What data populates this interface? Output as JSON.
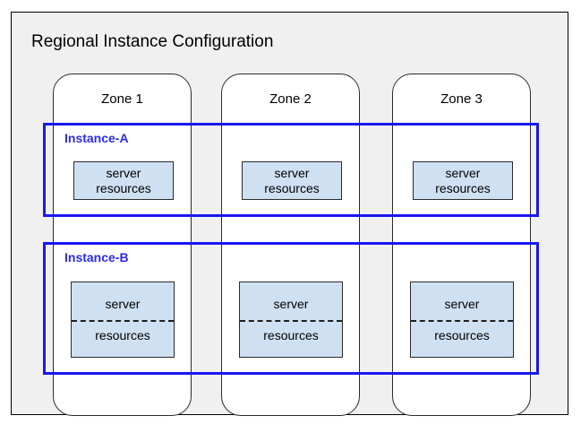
{
  "diagram": {
    "title": "Regional Instance Configuration",
    "background_color": "#f0f0f0",
    "border_color": "#000000",
    "accent_color": "#1818f0",
    "resource_fill_color": "#cfe0f2",
    "zones": [
      {
        "label": "Zone 1"
      },
      {
        "label": "Zone 2"
      },
      {
        "label": "Zone 3"
      }
    ],
    "instances": [
      {
        "label": "Instance-A",
        "style": "solid",
        "cells": [
          {
            "line_top": "server",
            "line_bottom": "resources"
          },
          {
            "line_top": "server",
            "line_bottom": "resources"
          },
          {
            "line_top": "server",
            "line_bottom": "resources"
          }
        ]
      },
      {
        "label": "Instance-B",
        "style": "dashed-split",
        "cells": [
          {
            "line_top": "server",
            "line_bottom": "resources"
          },
          {
            "line_top": "server",
            "line_bottom": "resources"
          },
          {
            "line_top": "server",
            "line_bottom": "resources"
          }
        ]
      }
    ]
  }
}
